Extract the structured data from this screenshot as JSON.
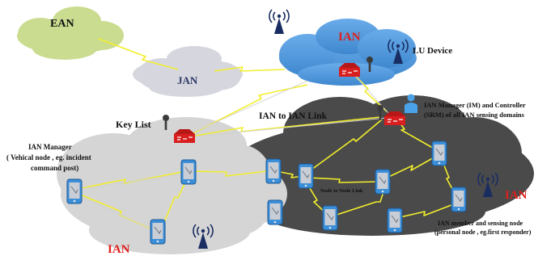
{
  "clouds": {
    "ean": "EAN",
    "jan": "JAN",
    "ian_top": "IAN",
    "ian_left": "IAN",
    "ian_right": "IAN"
  },
  "labels": {
    "lu_device": "LU Device",
    "key_list": "Key List",
    "ian_to_ian_link": "IAN to IAN Link",
    "ian_manager_controller_line1": "IAN Manager (IM) and Controller",
    "ian_manager_controller_line2": "(SRM) of all IAN sensing domains",
    "ian_manager_left_line1": "IAN Manager",
    "ian_manager_left_line2": "( Vehical node , eg. incident",
    "ian_manager_left_line3": "command post)",
    "node_to_node_link": "Node to Node Link",
    "ian_member_line1": "IAN member and sensing node",
    "ian_member_line2": "(personal node , eg.first responder)"
  },
  "colors": {
    "ean_cloud": "#c9dc8f",
    "jan_cloud": "#d6d6df",
    "ian_top_cloud": "#4f97d8",
    "ian_left_cloud": "#d5d5d5",
    "ian_right_cloud": "#4a4a4a",
    "ian_text": "#e0201b",
    "router": "#d81e1e",
    "link": "#f2ee2c",
    "device_blue": "#3b8ed8"
  }
}
